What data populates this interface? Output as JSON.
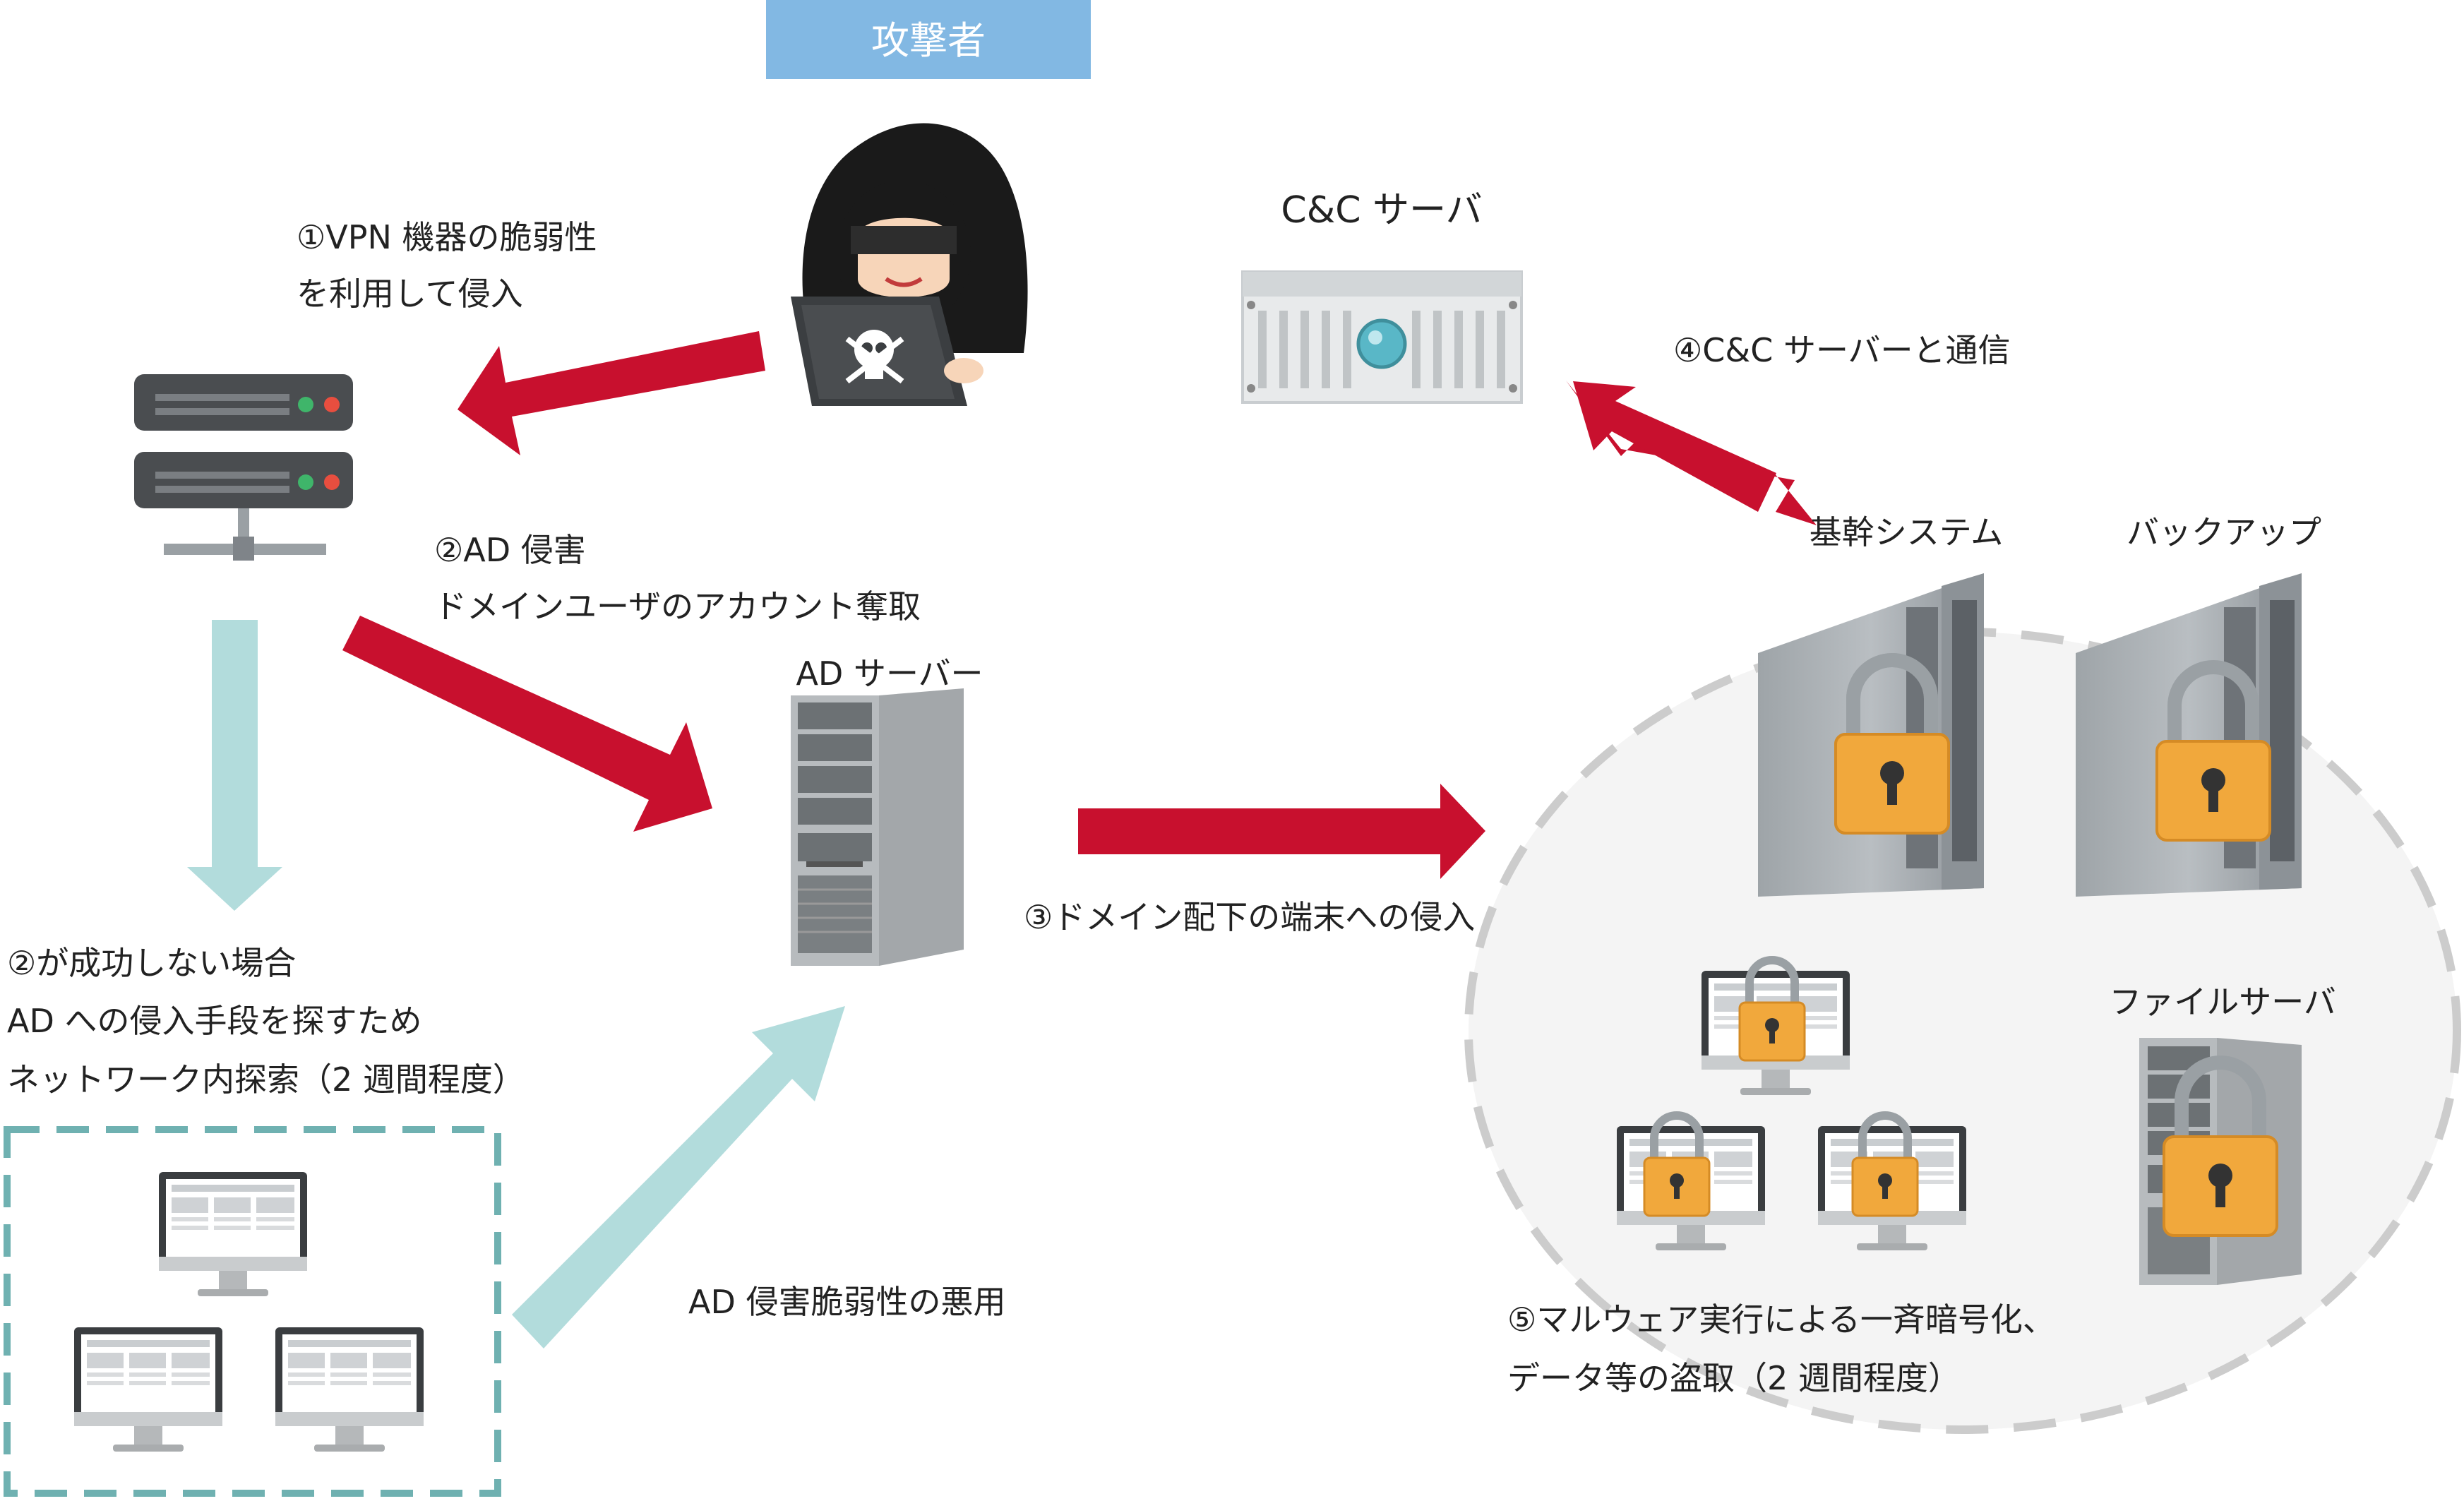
{
  "title": "攻撃者",
  "labels": {
    "step1_line1": "①VPN 機器の脆弱性",
    "step1_line2": "を利用して侵入",
    "step2_line1": "②AD 侵害",
    "step2_line2": "ドメインユーザのアカウント奪取",
    "fallback_line1": "②が成功しない場合",
    "fallback_line2": "AD への侵入手段を探すため",
    "fallback_line3": "ネットワーク内探索（2 週間程度）",
    "ad_exploit": "AD 侵害脆弱性の悪用",
    "step3": "③ドメイン配下の端末への侵入",
    "step4": "④C&C サーバーと通信",
    "step5_line1": "⑤マルウェア実行による一斉暗号化、",
    "step5_line2": "データ等の盗取（2 週間程度）"
  },
  "nodes": {
    "cnc_server": "C&C サーバ",
    "ad_server": "AD サーバー",
    "core_system": "基幹システム",
    "backup": "バックアップ",
    "file_server": "ファイルサーバ"
  },
  "colors": {
    "attack_arrow": "#c8102e",
    "recon_arrow": "#b2dcdc",
    "title_bg": "#82b8e3",
    "dashed_box": "#6fb1b1",
    "victim_area": "#f4f4f4",
    "victim_border": "#cccccc",
    "lock": "#f1a83c"
  },
  "icons": [
    "hacker-icon",
    "vpn-server-icon",
    "cnc-server-icon",
    "ad-server-icon",
    "monitor-icon",
    "padlock-icon",
    "rack-server-icon",
    "tower-server-icon"
  ]
}
